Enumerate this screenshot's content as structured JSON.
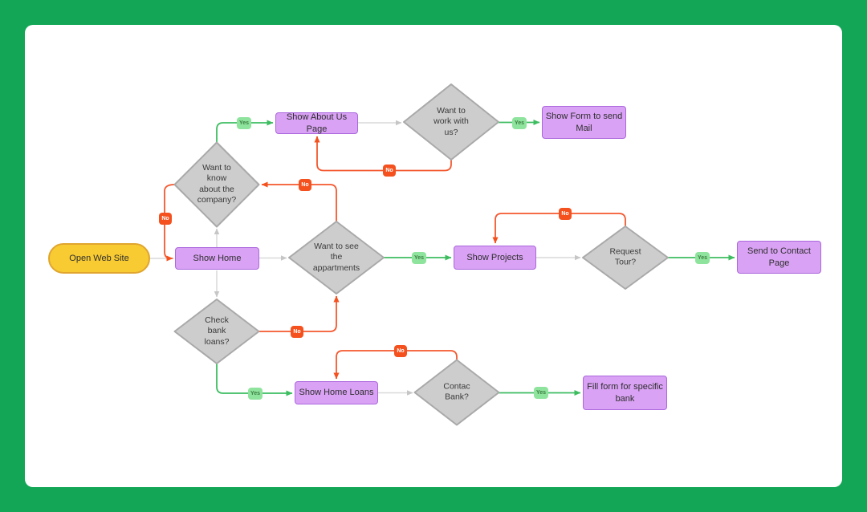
{
  "app": {
    "background_color": "#12a656",
    "canvas_color": "#ffffff"
  },
  "colors": {
    "process_fill": "#d9a2f4",
    "process_border": "#ab68dd",
    "decision_fill": "#cdcdcd",
    "decision_border": "#a9a9a9",
    "start_fill": "#f8cb33",
    "start_border": "#e0a52f",
    "yes_edge": "#3dbd60",
    "yes_badge_fill": "#8fe49d",
    "no_edge": "#f4572d",
    "no_badge_fill": "#f4511e",
    "neutral_edge": "#d9d9d9"
  },
  "flowchart": {
    "nodes": [
      {
        "id": "start",
        "type": "terminator",
        "label": "Open Web Site"
      },
      {
        "id": "show-home",
        "type": "process",
        "label": "Show Home"
      },
      {
        "id": "want-know-company",
        "type": "decision",
        "label": [
          "Want to",
          "know",
          "about the",
          "company?"
        ]
      },
      {
        "id": "show-about",
        "type": "process",
        "label": "Show About Us Page"
      },
      {
        "id": "want-work-us",
        "type": "decision",
        "label": [
          "Want to",
          "work with",
          "us?"
        ]
      },
      {
        "id": "show-form-mail",
        "type": "process",
        "label": [
          "Show Form to send",
          "Mail"
        ]
      },
      {
        "id": "want-see-appartments",
        "type": "decision",
        "label": [
          "Want to see",
          "the",
          "appartments"
        ]
      },
      {
        "id": "show-projects",
        "type": "process",
        "label": "Show Projects"
      },
      {
        "id": "request-tour",
        "type": "decision",
        "label": [
          "Request",
          "Tour?"
        ]
      },
      {
        "id": "send-contact",
        "type": "process",
        "label": [
          "Send to Contact",
          "Page"
        ]
      },
      {
        "id": "check-bank-loans",
        "type": "decision",
        "label": [
          "Check",
          "bank",
          "loans?"
        ]
      },
      {
        "id": "show-home-loans",
        "type": "process",
        "label": "Show Home Loans"
      },
      {
        "id": "contac-bank",
        "type": "decision",
        "label": [
          "Contac",
          "Bank?"
        ]
      },
      {
        "id": "fill-form-bank",
        "type": "process",
        "label": [
          "Fill form for specific",
          "bank"
        ]
      }
    ],
    "edges": [
      {
        "from": "start",
        "to": "show-home",
        "label": ""
      },
      {
        "from": "show-home",
        "to": "want-know-company",
        "label": ""
      },
      {
        "from": "show-home",
        "to": "check-bank-loans",
        "label": ""
      },
      {
        "from": "show-home",
        "to": "want-see-appartments",
        "label": ""
      },
      {
        "from": "show-about",
        "to": "want-work-us",
        "label": ""
      },
      {
        "from": "show-projects",
        "to": "request-tour",
        "label": ""
      },
      {
        "from": "show-home-loans",
        "to": "contac-bank",
        "label": ""
      },
      {
        "from": "want-know-company",
        "to": "show-about",
        "label": "Yes"
      },
      {
        "from": "want-know-company",
        "to": "show-home",
        "label": "No"
      },
      {
        "from": "want-work-us",
        "to": "show-form-mail",
        "label": "Yes"
      },
      {
        "from": "want-work-us",
        "to": "show-about",
        "label": "No"
      },
      {
        "from": "want-see-appartments",
        "to": "show-projects",
        "label": "Yes"
      },
      {
        "from": "want-see-appartments",
        "to": "want-know-company",
        "label": "No"
      },
      {
        "from": "request-tour",
        "to": "send-contact",
        "label": "Yes"
      },
      {
        "from": "request-tour",
        "to": "show-projects",
        "label": "No"
      },
      {
        "from": "check-bank-loans",
        "to": "show-home-loans",
        "label": "Yes"
      },
      {
        "from": "check-bank-loans",
        "to": "want-see-appartments",
        "label": "No"
      },
      {
        "from": "contac-bank",
        "to": "fill-form-bank",
        "label": "Yes"
      },
      {
        "from": "contac-bank",
        "to": "show-home-loans",
        "label": "No"
      }
    ]
  }
}
